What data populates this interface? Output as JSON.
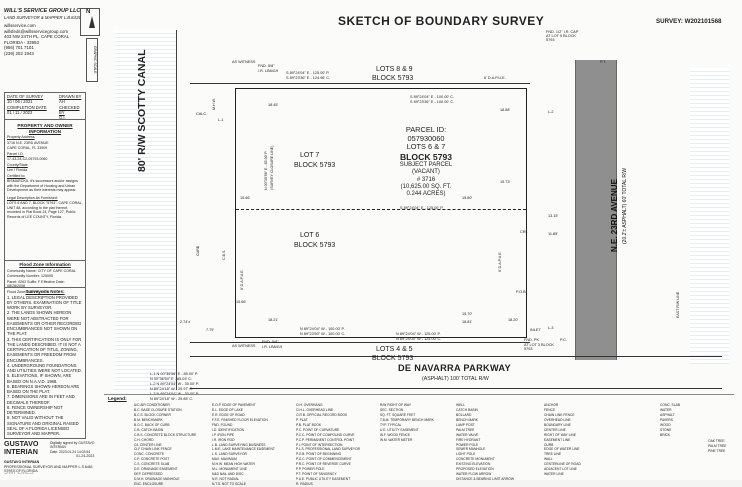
{
  "company": {
    "name": "WILL'S SERVICE GROUP LLC",
    "tagline": "LAND SURVEYOR & MAPPER L.B.8415",
    "website": "willsservice.com",
    "email": "willsfeds@willsservicegroup.com",
    "address_line1": "403 NW 24TH PL. CAPE CORAL",
    "address_line2": "FLORIDA - 33993",
    "phone1": "(956) 701 7101",
    "phone2": "(239) 202 1943"
  },
  "compass": {
    "north_label": "N"
  },
  "graphic_scale_label": "GRAPHIC SCALE",
  "meta": {
    "date_of_survey_label": "DATE OF SURVEY",
    "date_of_survey": "10 / 06 / 2021",
    "completion_date_label": "COMPLETION DATE",
    "completion_date": "01 / 11 / 2022",
    "drawn_by_label": "DRAWN BY",
    "drawn_by": "AH",
    "checked_by_label": "CHECKED BY",
    "checked_by": "G.I."
  },
  "property": {
    "header": "PROPERTY AND OWNER INFORMATION",
    "address_label": "Property Address",
    "address1": "3716 N.E. 23RD AVENUE",
    "address2": "CAPE CORAL, FL 33909",
    "parcel_label": "Parcel I.D.",
    "parcel_id": "17-43-24-C2-05793.0060",
    "county_label": "County/State",
    "county": "Lee / Florida",
    "certified_label": "Certified to:",
    "certified_to": "BISMARCKA, it's successors and/or assigns with the Department of Housing and Urban Development as their interests may appear.",
    "legal_header": "Legal Description As Furnished:",
    "legal_text": "LOTS 6 AND 7, BLOCK \"5793\", CAPE CORAL, UNIT 88, according to the plat thereof, recorded in Plat Book 24, Page 127, Public Records of LEE COUNTY, Florida."
  },
  "flood": {
    "header": "Flood Zone Information",
    "community": "Community Name: CITY OF CAPE CORAL",
    "community_no": "Community Number: 125095",
    "panel": "Panel: 0262   Suffix: F   Effective Date: 08/28/2008",
    "zone": "Flood Zone: X   B.F.E.= N/A"
  },
  "notes": {
    "header": "Surveyor's Notes:",
    "items": [
      "1. LEGAL DESCRIPTION PROVIDED BY OTHERS. EXAMINATION OF TITLE WORK BY SURVEYOR.",
      "2. THE LANDS SHOWN HEREON WERE NOT ABSTRACTED FOR EASEMENTS OR OTHER RECORDED ENCUMBRANCES NOT SHOWN ON THE PLAT.",
      "3. THIS CERTIFICATION IS ONLY FOR THE LANDS DESCRIBED. IT IS NOT A CERTIFICATION OF TITLE, ZONING, EASEMENTS OR FREEDOM FROM ENCUMBRANCES.",
      "4. UNDERGROUND FOUNDATIONS AND UTILITIES WERE NOT LOCATED.",
      "5. ELEVATIONS, IF SHOWN, ARE BASED ON N.A.V.D. 1988.",
      "6. BEARINGS SHOWN HEREON ARE BASED ON THE PLAT.",
      "7. DIMENSIONS ARE IN FEET AND DECIMALS THEREOF.",
      "8. FENCE OWNERSHIP NOT DETERMINED.",
      "9. NOT VALID WITHOUT THE SIGNATURE AND ORIGINAL RAISED SEAL OF A FLORIDA LICENSED SURVEYOR AND MAPPER."
    ]
  },
  "signer": {
    "name_large1": "GUSTAVO",
    "name_large2": "INTERIAN",
    "signed_note": "Digitally signed by GUSTAVO INTERIAN",
    "date_line": "Date: 2023.01.24 14:03:54",
    "name_caps": "GUSTAVO INTERIAN",
    "title": "PROFESSIONAL SURVEYOR AND MAPPER L.S.6461",
    "state": "STATE OF FLORIDA",
    "date_right": "01-24-2023"
  },
  "watermark": "SWFLMLS",
  "title": "SKETCH OF BOUNDARY SURVEY",
  "survey_number": "SURVEY: W202101568",
  "map": {
    "lots_89": "LOTS 8 & 9",
    "block_top": "BLOCK 5793",
    "lot7": "LOT 7",
    "lot7_block": "BLOCK 5793",
    "lot6": "LOT 6",
    "lot6_block": "BLOCK 5793",
    "lots_45": "LOTS 4 & 5",
    "block_bottom": "BLOCK 5793",
    "parcel_id_label": "PARCEL ID:",
    "parcel_id": "057930060",
    "lots_67": "LOTS 6 & 7",
    "block_mid": "BLOCK 5793",
    "subject_parcel": "SUBJECT PARCEL",
    "vacant": "(VACANT)",
    "house_no": "# 3716",
    "area_sqft": "(10,625.00 SQ. FT.",
    "area_acres": "0.244 ACRES)",
    "canal": "80' R/W SCOTTY CANAL",
    "road": "N.E. 23RD AVENUE",
    "road_sub": "(20.2'± ASPHALT) 60' TOTAL R/W",
    "east_row": "EAST R/W LINE",
    "de_navarra": "DE NAVARRA PARKWAY",
    "de_navarra_sub": "(ASPHALT) 100' TOTAL R/W",
    "as_witness_top": "AS WITNESS",
    "as_witness_bot": "AS WITNESS",
    "calc": "CALC.",
    "top_bearing1": "S 89°24'04\" E - 125.00' P.",
    "top_bearing2": "S 89°23'36\" E - 124.96' C.",
    "top_bearing3": "S 89°24'04\" E - 100.00' C.",
    "top_bearing4": "S 89°23'36\" E - 100.00' C.",
    "mid_bearing": "S 89°24'04\" E - 125.00' P.",
    "bot_bearing1": "N 89°24'04\" W - 125.00' P.",
    "bot_bearing2": "N 89°24'04\" W - 125.00' C.",
    "bot_bearing3": "N 89°24'04\" W - 100.00' P.",
    "bot_bearing4": "N 89°23'50\" W - 100.00' C.",
    "west_bearing": "N 00°35'56\" E - 85.00' P.",
    "west_curve": "(SURVEY CLOSURE LINE)",
    "pue": "6' D.A.P.U.E.",
    "pue_east": "6' D.A.P.U.E.",
    "fnd_top": "FND. 5/8\"",
    "fnd_top_ir": "I.R. LB8419",
    "fnd_right": "FND. 1/2\" I.R. CAP AT LOT 9 BLOCK 5793",
    "fnd_bot": "FND. 5/8\"",
    "fnd_bot_ir": "I.R. LB8419",
    "fnd_pk": "FND. PK",
    "fnd_pk2": "AT LOT 3 BLOCK 5793",
    "dist_1845": "18.45'",
    "dist_1566": "15.66'",
    "dist_1888": "18.88'",
    "dist_1580": "15.80'",
    "dist_1573": "15.73'",
    "dist_1521": "18.21'",
    "dist_1566b": "15.66'",
    "dist_1315": "13.15'",
    "dist_1185": "11.85'",
    "dist_1570": "15.70'",
    "dist_1881": "18.81'",
    "dist_779": "7.79'",
    "dist_274": "2.74'±",
    "dist_1820": "18.20'",
    "line_l1": "L-1",
    "line_l2": "L-2",
    "line_l3": "L-3",
    "mhw": "M.H.W.",
    "cbs": "C.B.S.",
    "curb": "CURB",
    "pob": "P.O.B.",
    "crl": "CRL",
    "inlet": "INLET",
    "pc": "P.C.",
    "pt": "P.T.",
    "l_table": [
      "L-1  N 00°35'56\" E - 85.00' P.",
      "      N 00°36'54\" E - 85.03' C.",
      "L-2  N 89°24'04\" W - 30.00' P.",
      "      N 89°24'18\" W - 29.97' C.",
      "L-3  N 89°24'04\" W - 30.00' P.",
      "      N 89°24'18\" W - 29.85' C."
    ]
  },
  "legend": {
    "header": "Legend:",
    "col1": [
      "A/C    AIR CONDITIONER",
      "B.C.   BASE CLOSURE STATION",
      "B.C.S.  BLOCK CORNER",
      "B.M.   BENCHMARK",
      "B.O.C.  BACK OF CURB",
      "C.B.   CATCH BASIN",
      "C.B.S.  CONCRETE BLOCK STRUCTURE",
      "C.H.   CHORD",
      "C/L    CENTER LINE",
      "CLF    CHAIN LINK FENCE",
      "CONC.  CONCRETE",
      "C.P.   CONCRETE POST",
      "C.S.   CONCRETE SLAB",
      "D.E.   DRAINAGE EASEMENT",
      "DEP.   DEPRESSED",
      "D.M.H.  DRAINAGE MANHOLE",
      "ENC.   ENCLOSURE"
    ],
    "col2": [
      "E.O.P.  EDGE OF PAVEMENT",
      "E.L.   EDGE OF LAKE",
      "E.R.   EDGE OF ROAD",
      "F.F.E.  FINISHED FLOOR ELEVATION",
      "FND.   FOUND",
      "I.D.   IDENTIFICATION",
      "I.P.   IRON PIPE",
      "I.R.   IRON ROD",
      "L.B.   LAND SURVEYING BUSINESS",
      "L.M.E.  LAKE MAINTENANCE EASEMENT",
      "L.S.   LAND SURVEYOR",
      "MAX.   MAXIMUM",
      "M.H.W.  MEAN HIGH WATER",
      "M.L.   MONUMENT LINE",
      "N&D    NAIL AND DISC",
      "N.R.   NOT RADIAL",
      "N.T.S.  NOT TO SCALE"
    ],
    "col3": [
      "O.H.   OVERHANG",
      "O.H.L.  OVERHEAD LINE",
      "O.R.B.  OFFICIAL RECORD BOOK",
      "P.    PLAT",
      "P.B.   PLAT BOOK",
      "P.C.   POINT OF CURVATURE",
      "P.C.C.  POINT OF COMPOUND CURVE",
      "P.C.P.  PERMANENT CONTROL POINT",
      "P.I.   POINT OF INTERSECTION",
      "P.L.S.  PROFESSIONAL LAND SURVEYOR",
      "P.O.B.  POINT OF BEGINNING",
      "P.O.C.  POINT OF COMMENCEMENT",
      "P.R.C.  POINT OF REVERSE CURVE",
      "P.P.   POWER POLE",
      "P.T.   POINT OF TANGENCY",
      "P.U.E.  PUBLIC UTILITY EASEMENT",
      "R.    RADIUS"
    ],
    "col4": [
      "R/W    RIGHT OF WAY",
      "SEC.   SECTION",
      "SQ. FT.  SQUARE FEET",
      "T.B.M.  TEMPORARY BENCH MARK",
      "TYP.   TYPICAL",
      "U.E.   UTILITY EASEMENT",
      "W.F.   WOOD FENCE",
      "W.M.   WATER METER"
    ],
    "col5": [
      "WELL",
      "CATCH BASIN",
      "BOLLARD",
      "BENCH MARK",
      "LAMP POST",
      "PALM TREE",
      "WATER VALVE",
      "FIRE HYDRANT",
      "POWER POLE",
      "SEWER MANHOLE",
      "LIGHT POLE",
      "CONCRETE MONUMENT",
      "EXISTING ELEVATION",
      "PROPOSED ELEVATION",
      "WATER FLOW ARROW",
      "DISTANCE & BEARING LIMIT ARROW"
    ],
    "col6": [
      "ANCHOR",
      "FENCE",
      "CHAIN LINK FENCE",
      "OVERHEAD LINE",
      "BOUNDARY LINE",
      "CENTER LINE",
      "RIGHT OF WAY LINE",
      "EASEMENT LINE",
      "CURB",
      "EDGE OF WATER LINE",
      "TREE LINE",
      "WALL",
      "CENTERLINE OF ROAD",
      "ADJACENT LOT LINE",
      "WATER LINE"
    ],
    "col7": [
      "CONC. SLAB",
      "WATER",
      "ASPHALT",
      "PAVERS",
      "WOOD",
      "STONE",
      "BRICK"
    ],
    "col8": [
      "OAK TREE",
      "PALM TREE",
      "PINE TREE"
    ]
  }
}
